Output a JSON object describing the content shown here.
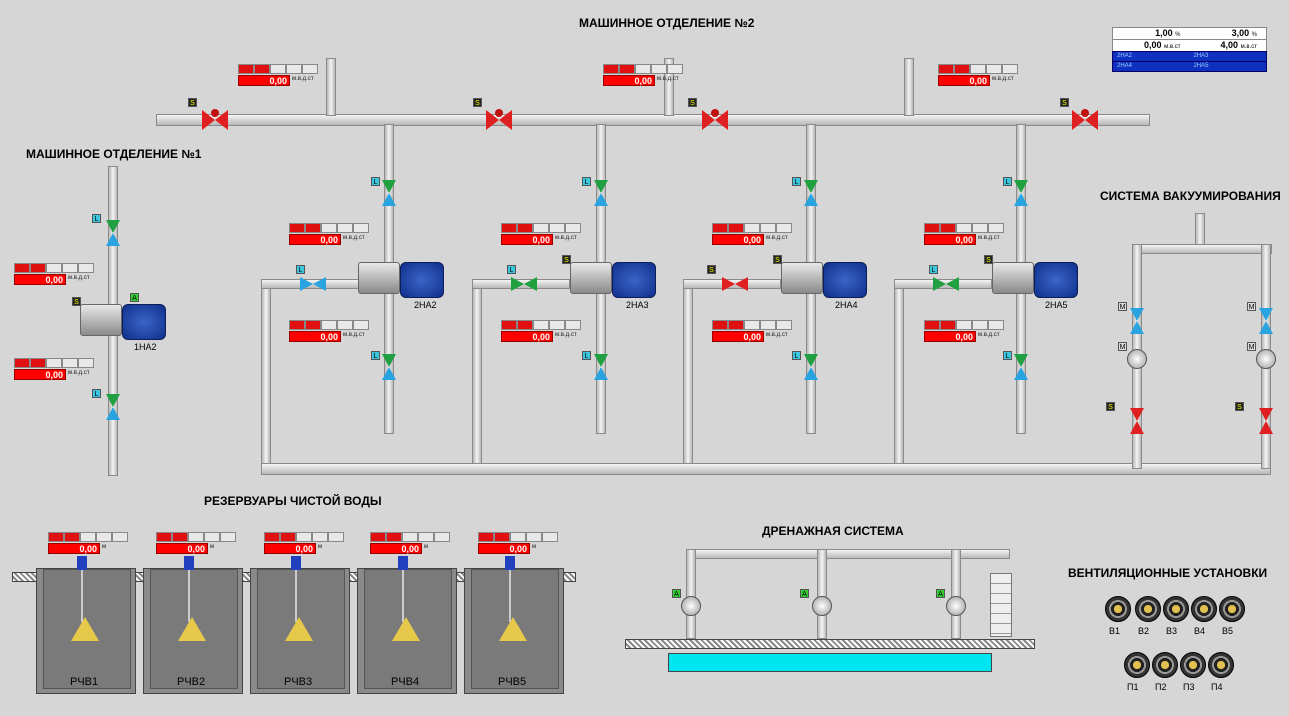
{
  "titles": {
    "room2": "МАШИННОЕ ОТДЕЛЕНИЕ №2",
    "room1": "МАШИННОЕ ОТДЕЛЕНИЕ №1",
    "vacuum": "СИСТЕМА ВАКУУМИРОВАНИЯ",
    "reservoirs": "РЕЗЕРВУАРЫ ЧИСТОЙ ВОДЫ",
    "drain": "ДРЕНАЖНАЯ СИСТЕМА",
    "vent": "ВЕНТИЛЯЦИОННЫЕ УСТАНОВКИ"
  },
  "settings_table": {
    "row1": {
      "v1": "1,00",
      "u1": "%",
      "v2": "3,00",
      "u2": "%"
    },
    "row2": {
      "v1": "0,00",
      "u1": "м.в.ст",
      "v2": "4,00",
      "u2": "м.в.ст"
    },
    "blue1": {
      "a": "2НА2",
      "b": "2НА3"
    },
    "blue2": {
      "a": "2НА4",
      "b": "2НА5"
    }
  },
  "gauges": {
    "value": "0,00",
    "unit_pressure": "м.в.д.ст",
    "unit_level": "м"
  },
  "pumps": [
    {
      "name": "1НА2"
    },
    {
      "name": "2НА2"
    },
    {
      "name": "2НА3"
    },
    {
      "name": "2НА4"
    },
    {
      "name": "2НА5"
    }
  ],
  "tanks": [
    {
      "name": "РЧВ1"
    },
    {
      "name": "РЧВ2"
    },
    {
      "name": "РЧВ3"
    },
    {
      "name": "РЧВ4"
    },
    {
      "name": "РЧВ5"
    }
  ],
  "vent_units": {
    "row1": [
      "В1",
      "В2",
      "В3",
      "В4",
      "В5"
    ],
    "row2": [
      "П1",
      "П2",
      "П3",
      "П4"
    ]
  },
  "markers": {
    "L": "L",
    "M": "M",
    "A": "A",
    "S": "S"
  },
  "colors": {
    "alarm": "#ff0000",
    "water": "#00e6f0",
    "motor": "#1e46b4",
    "valve_red": "#e02020",
    "valve_blue": "#2aa4e0",
    "valve_green": "#20a040"
  }
}
